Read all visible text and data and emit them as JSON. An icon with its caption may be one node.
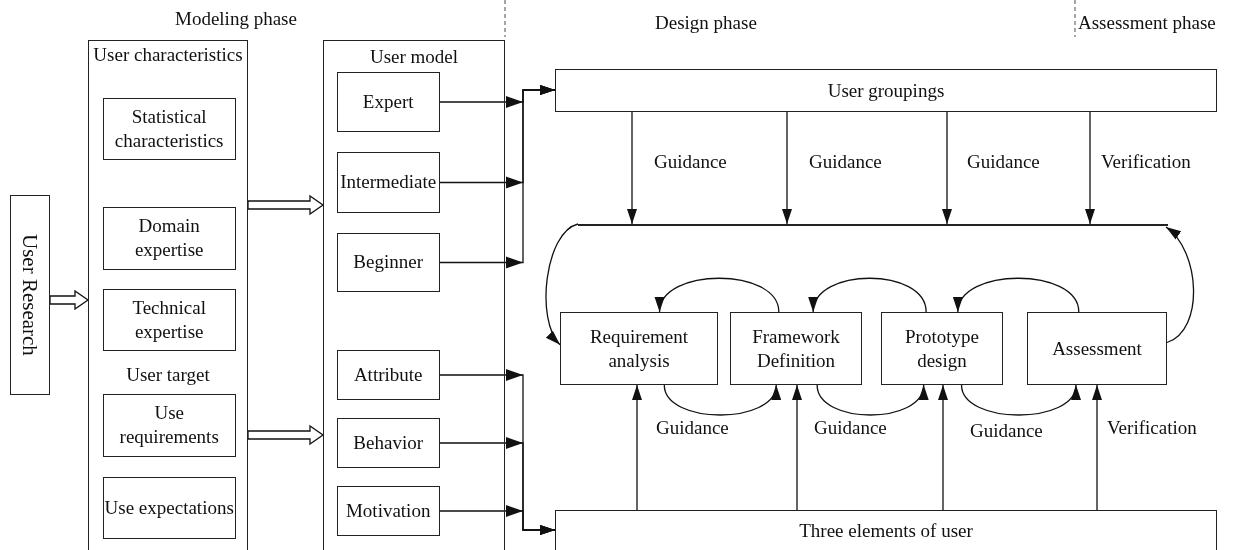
{
  "diagram": {
    "nodes": [
      {
        "text": [
          "User Research"
        ]
      },
      {
        "text": [
          "User characteristics",
          "User target"
        ]
      },
      {
        "text": [
          "Statistical characteristics"
        ],
        "in": 1
      },
      {
        "text": [
          "Domain expertise"
        ],
        "in": 1
      },
      {
        "text": [
          "Technical expertise"
        ],
        "in": 1
      },
      {
        "text": [
          "Use requirements"
        ],
        "in": 1
      },
      {
        "text": [
          "Use expectations"
        ],
        "in": 1
      },
      {
        "text": [
          "User model"
        ]
      },
      {
        "text": [
          "Expert"
        ],
        "in": 7
      },
      {
        "text": [
          "Intermediate"
        ],
        "in": 7
      },
      {
        "text": [
          "Beginner"
        ],
        "in": 7
      },
      {
        "text": [
          "Attribute"
        ],
        "in": 7
      },
      {
        "text": [
          "Behavior"
        ],
        "in": 7
      },
      {
        "text": [
          "Motivation"
        ],
        "in": 7
      },
      {
        "text": [
          "User groupings"
        ]
      },
      {
        "text": [],
        "shape": "bar"
      },
      {
        "text": [
          "Requirement analysis"
        ]
      },
      {
        "text": [
          "Framework Definition"
        ]
      },
      {
        "text": [
          "Prototype design"
        ]
      },
      {
        "text": [
          "Assessment"
        ]
      },
      {
        "text": [
          "Three elements of user"
        ]
      }
    ],
    "edges": [
      {
        "from": 0,
        "to": 1,
        "arrow": "to",
        "style": "thick"
      },
      {
        "from": 1,
        "to": 7,
        "arrow": "to",
        "style": "thick"
      },
      {
        "from": 1,
        "to": 7,
        "arrow": "to",
        "style": "thick"
      },
      {
        "from": 8,
        "to": 14,
        "arrow": "to"
      },
      {
        "from": 9,
        "to": 14,
        "arrow": "to"
      },
      {
        "from": 10,
        "to": 14,
        "arrow": "to"
      },
      {
        "from": 11,
        "to": 20,
        "arrow": "to"
      },
      {
        "from": 12,
        "to": 20,
        "arrow": "to"
      },
      {
        "from": 13,
        "to": 20,
        "arrow": "to"
      },
      {
        "from": 14,
        "to": 15,
        "arrow": "to",
        "label": "Guidance"
      },
      {
        "from": 14,
        "to": 15,
        "arrow": "to",
        "label": "Guidance"
      },
      {
        "from": 14,
        "to": 15,
        "arrow": "to",
        "label": "Guidance"
      },
      {
        "from": 14,
        "to": 15,
        "arrow": "to",
        "label": "Verification"
      },
      {
        "from": 15,
        "to": 16,
        "arrow": "to"
      },
      {
        "from": 19,
        "to": 15,
        "arrow": "to"
      },
      {
        "from": 17,
        "to": 16,
        "arrow": "to"
      },
      {
        "from": 18,
        "to": 17,
        "arrow": "to"
      },
      {
        "from": 19,
        "to": 18,
        "arrow": "to"
      },
      {
        "from": 16,
        "to": 17,
        "arrow": "to"
      },
      {
        "from": 17,
        "to": 18,
        "arrow": "to"
      },
      {
        "from": 18,
        "to": 19,
        "arrow": "to"
      },
      {
        "from": 20,
        "to": 16,
        "arrow": "to",
        "label": "Guidance"
      },
      {
        "from": 20,
        "to": 17,
        "arrow": "to",
        "label": "Guidance"
      },
      {
        "from": 20,
        "to": 18,
        "arrow": "to",
        "label": "Guidance"
      },
      {
        "from": 20,
        "to": 19,
        "arrow": "to",
        "label": "Verification"
      }
    ],
    "labels": [
      "Modeling phase",
      "Design phase",
      "Assessment phase"
    ]
  }
}
